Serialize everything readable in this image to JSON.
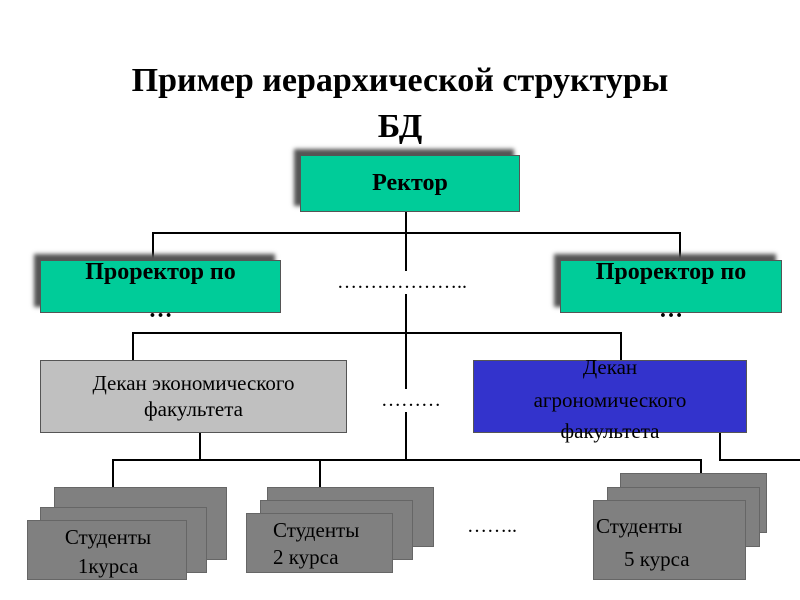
{
  "title": {
    "line1": "Пример иерархической структуры",
    "line2": "БД"
  },
  "nodes": {
    "rector": "Ректор",
    "prorector_left": {
      "line1": "Проректор по",
      "line2": "…"
    },
    "prorector_right": {
      "line1": "Проректор по",
      "line2": "…"
    },
    "dean_econ": {
      "line1": "Декан экономического",
      "line2": "факультета"
    },
    "dean_agro": {
      "line1": "Декан",
      "line2": "агрономического",
      "line3": "факультета"
    },
    "students_1": {
      "line1": "Студенты",
      "line2": "1курса"
    },
    "students_2": {
      "line1": "Студенты",
      "line2": "2 курса"
    },
    "students_5": {
      "line1": "Студенты",
      "line2": "5 курса"
    }
  },
  "ellipses": {
    "prorectors": "………………..",
    "deans": "………",
    "students": "…….."
  },
  "colors": {
    "rector": "#00CC99",
    "prorector": "#00CC99",
    "dean_econ": "#C0C0C0",
    "dean_agro": "#3333CC",
    "students": "#808080"
  }
}
